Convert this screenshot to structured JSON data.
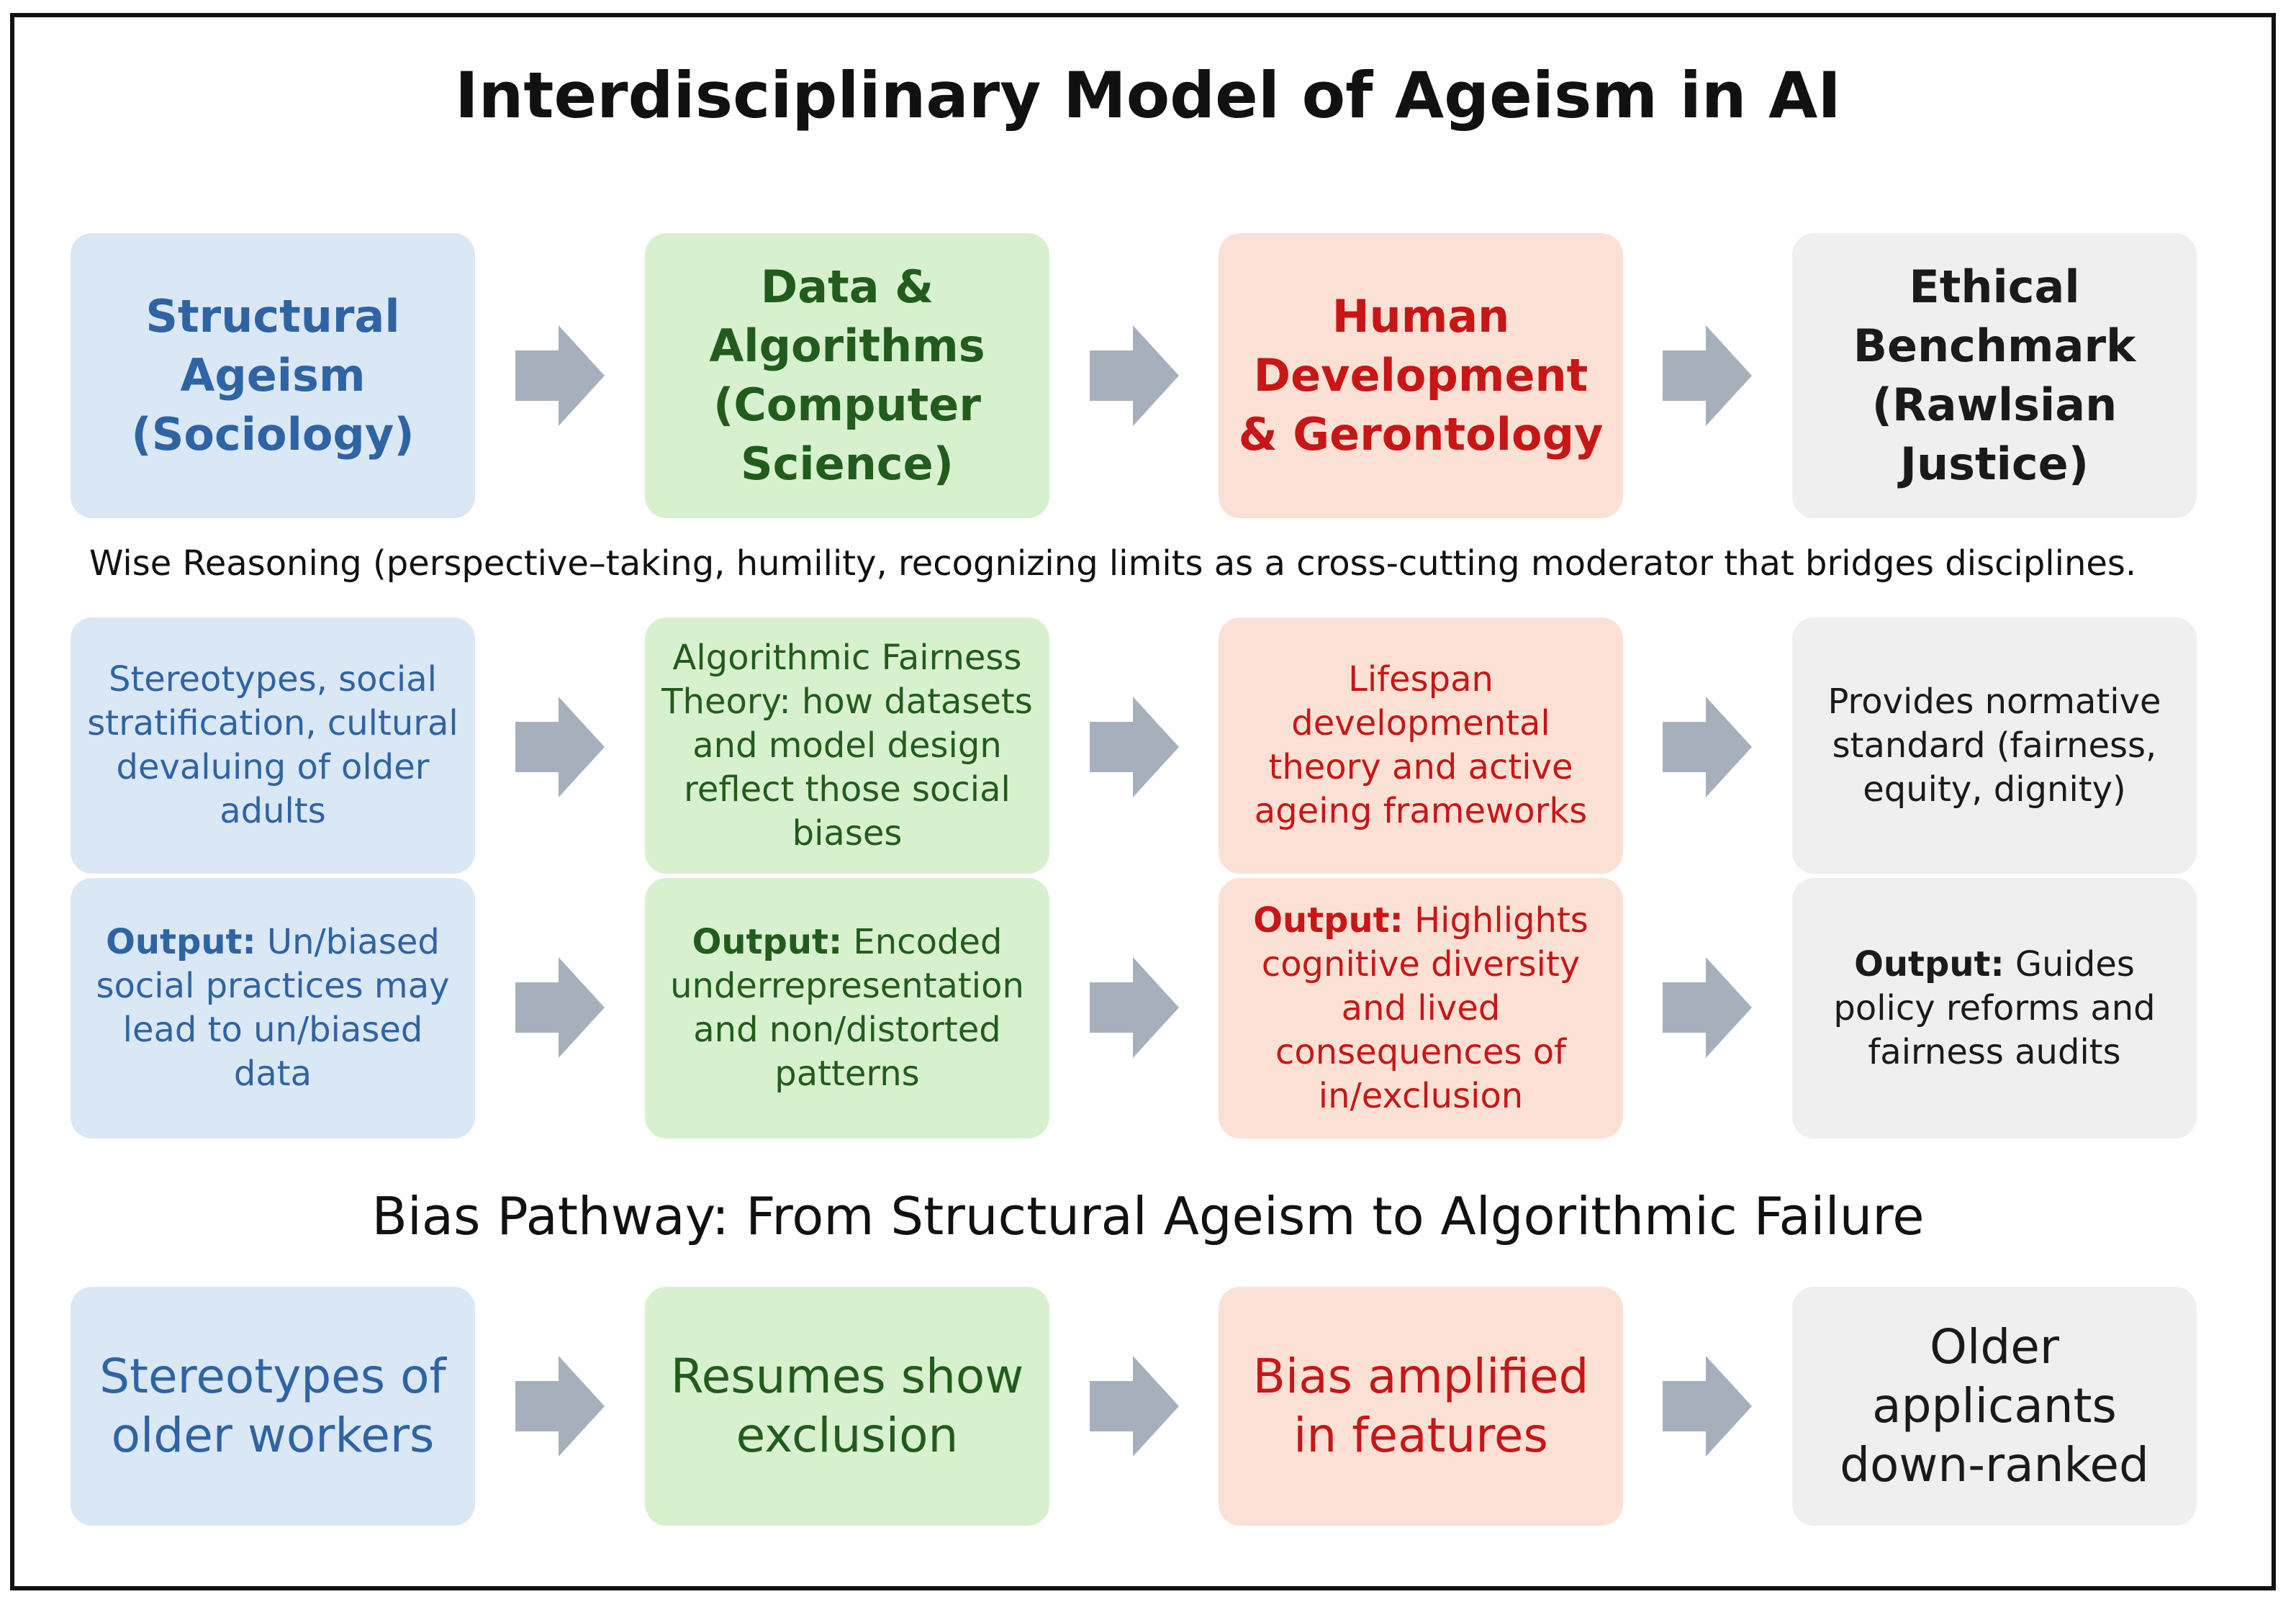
{
  "title": "Interdisciplinary Model of Ageism in AI",
  "colors": {
    "blue_fill": "#dae7f5",
    "blue_text": "#2e64a3",
    "green_fill": "#d7f1cf",
    "green_text": "#225c1d",
    "red_fill": "#fbe1d5",
    "red_text": "#c81616",
    "gray_fill": "#efefef",
    "gray_text": "#1a1a1a",
    "arrow": "#a6b0bd"
  },
  "headers": [
    "Structural\nAgeism\n(Sociology)",
    "Data &\nAlgorithms\n(Computer\nScience)",
    "Human\nDevelopment\n& Gerontology",
    "Ethical\nBenchmark\n(Rawlsian\nJustice)"
  ],
  "moderator_text": "Wise Reasoning (perspective–taking, humility, recognizing limits as a cross-cutting moderator that bridges disciplines.",
  "descriptions": [
    "Stereotypes, social\nstratification, cultural\ndevaluing of older\nadults",
    "Algorithmic Fairness\nTheory: how datasets\nand model design\nreflect those social\nbiases",
    "Lifespan\ndevelopmental\ntheory and active\nageing frameworks",
    "Provides normative\nstandard (fairness,\nequity, dignity)"
  ],
  "output_label": "Output:",
  "outputs": [
    " Un/biased\nsocial practices may\nlead to un/biased\ndata",
    " Encoded\nunderrepresentation\nand non/distorted\npatterns",
    " Highlights\ncognitive diversity\nand lived\nconsequences of\nin/exclusion",
    " Guides\npolicy reforms and\nfairness audits"
  ],
  "pathway_title": "Bias Pathway: From Structural Ageism to Algorithmic Failure",
  "pathway": [
    "Stereotypes of\nolder workers",
    "Resumes show\nexclusion",
    "Bias amplified\nin features",
    "Older\napplicants\ndown-ranked"
  ],
  "icons": {
    "flow_arrow": "right-block-arrow"
  }
}
